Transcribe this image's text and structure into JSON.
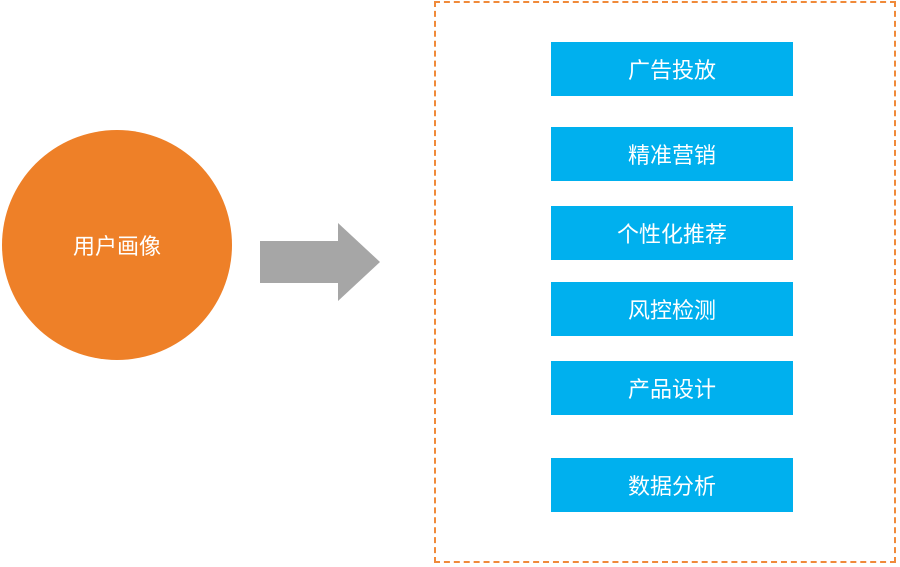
{
  "source": {
    "label": "用户画像",
    "color": "#ee8028"
  },
  "arrow": {
    "color": "#a6a6a6"
  },
  "panel": {
    "border_color": "#f08a3a"
  },
  "items": [
    {
      "label": "广告投放"
    },
    {
      "label": "精准营销"
    },
    {
      "label": "个性化推荐"
    },
    {
      "label": "风控检测"
    },
    {
      "label": "产品设计"
    },
    {
      "label": "数据分析"
    }
  ],
  "item_color": "#00b0ee"
}
